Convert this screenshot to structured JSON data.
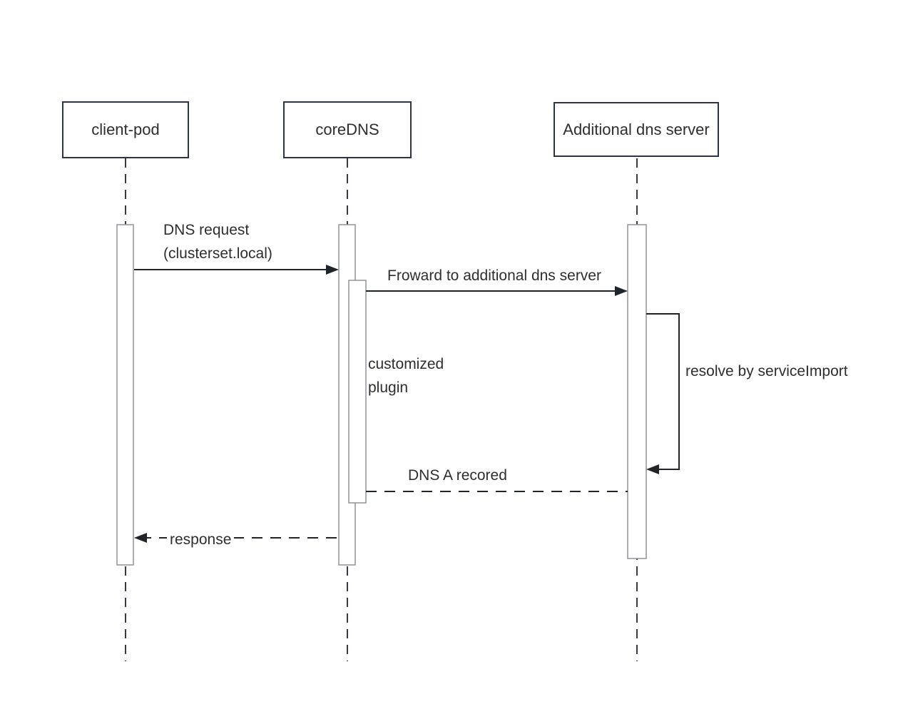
{
  "diagram": {
    "type": "sequence-diagram",
    "actors": [
      {
        "label": "client-pod"
      },
      {
        "label": "coreDNS"
      },
      {
        "label": "Additional dns server"
      }
    ],
    "messages": [
      {
        "line1": "DNS request",
        "line2": "(clusterset.local)",
        "from": "client-pod",
        "to": "coreDNS",
        "style": "solid-arrow"
      },
      {
        "line1": "Froward to additional dns server",
        "from": "coreDNS",
        "to": "Additional dns server",
        "style": "solid-arrow"
      },
      {
        "line1": "resolve by serviceImport",
        "from": "Additional dns server",
        "to": "Additional dns server",
        "style": "self-loop"
      },
      {
        "line1": "DNS A recored",
        "from": "Additional dns server",
        "to": "coreDNS",
        "style": "dashed"
      },
      {
        "line1": "response",
        "from": "coreDNS",
        "to": "client-pod",
        "style": "dashed-arrow"
      }
    ],
    "annotations": [
      {
        "line1": "customized",
        "line2": "plugin"
      }
    ],
    "colors": {
      "background": "#ffffff",
      "actor_border": "#2d3444",
      "lifeline": "#353b4c",
      "activation_border": "#8f9399",
      "arrow": "#20242b",
      "text": "#2e2e2e"
    }
  }
}
